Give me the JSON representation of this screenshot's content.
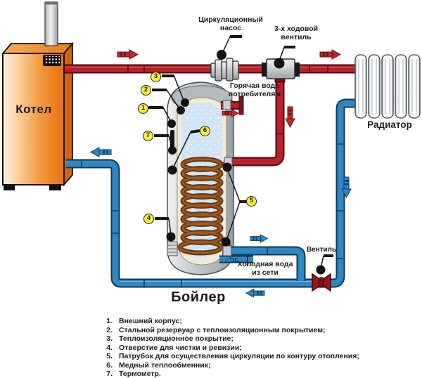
{
  "labels": {
    "kotel": "Котел",
    "boiler": "Бойлер",
    "radiator": "Радиатор",
    "pump": "Циркуляционный насос",
    "three_way_valve": "3-х ходовой вентиль",
    "hot_water": "Горячая вода потребителям",
    "cold_water": "Холодная вода из сети",
    "valve": "Вентиль"
  },
  "callouts": [
    "1",
    "2",
    "3",
    "4",
    "5",
    "6",
    "7"
  ],
  "legend": {
    "items": [
      {
        "num": "1.",
        "text": "Внешний корпус;"
      },
      {
        "num": "2.",
        "text": "Стальной резервуар с теплоизоляционным покрытием;"
      },
      {
        "num": "3.",
        "text": "Теплоизоляционное покрытие;"
      },
      {
        "num": "4.",
        "text": "Отверстие для чистки и ревизии;"
      },
      {
        "num": "5.",
        "text": "Патрубок для осуществления циркуляции по контуру отопления;"
      },
      {
        "num": "6.",
        "text": "Медный теплообменник;"
      },
      {
        "num": "7.",
        "text": "Термометр."
      }
    ]
  },
  "colors": {
    "hot_pipe": "#bb2127",
    "cold_pipe": "#2e86c4",
    "boiler_orange": "#ee7c16",
    "callout_yellow": "#f8ef3d",
    "coil_copper": "#6e3a12",
    "water_blue": "#cfe4f6",
    "insulation_cream": "#f1ead4"
  }
}
